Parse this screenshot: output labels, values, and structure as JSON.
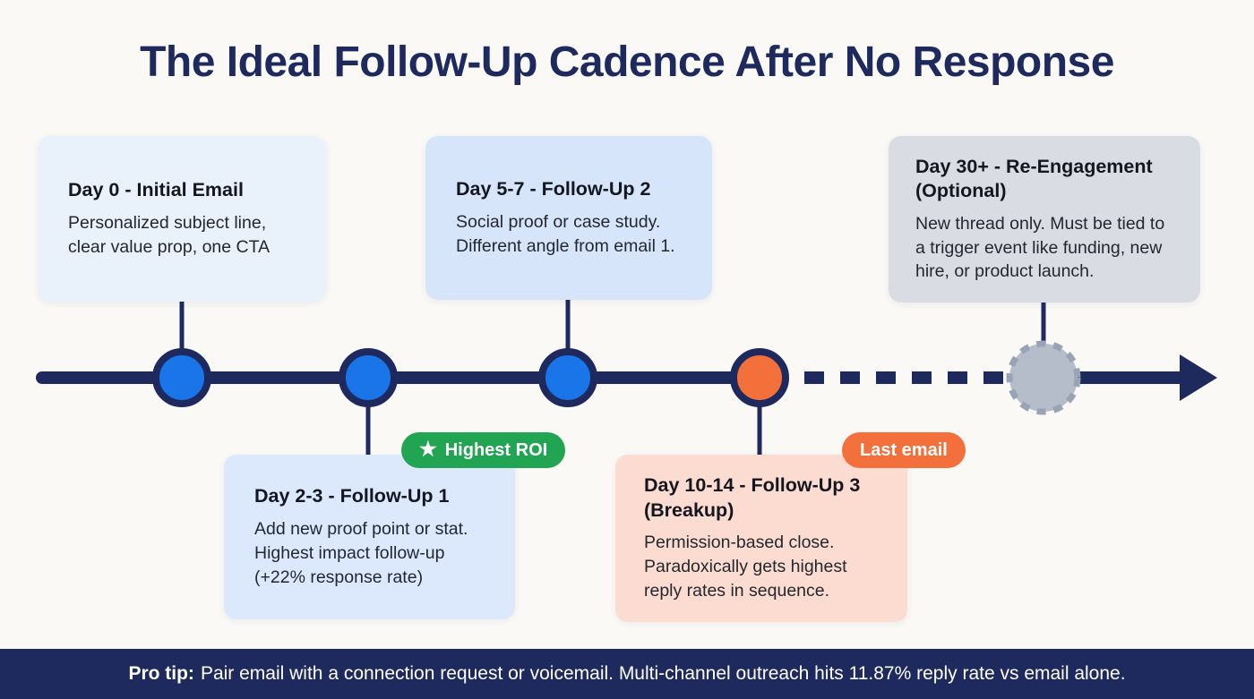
{
  "title": "The Ideal Follow-Up Cadence After No Response",
  "colors": {
    "background": "#faf9f6",
    "navy": "#1e2a5e",
    "node_blue": "#1a75e8",
    "node_orange": "#f4703b",
    "node_gray_fill": "#b4bdc9",
    "node_gray_stroke": "#98a4b6",
    "badge_green": "#22a552",
    "badge_orange": "#f3703d",
    "card_light_blue": "#e9f1fb",
    "card_blue": "#d7e5fb",
    "card_gray": "#d9dde3",
    "card_peach": "#fcdcd1"
  },
  "cards": [
    {
      "title": "Day 0 - Initial Email",
      "body": "Personalized subject line, clear value prop, one CTA"
    },
    {
      "title": "Day 5-7 - Follow-Up 2",
      "body": "Social proof or case study. Different angle from email 1."
    },
    {
      "title": "Day 30+ - Re-Engagement (Optional)",
      "body": "New thread only. Must be tied to a trigger event like funding, new hire, or product launch."
    },
    {
      "title": "Day 2-3 - Follow-Up 1",
      "body": "Add new proof point or stat. Highest impact follow-up (+22% response rate)"
    },
    {
      "title": "Day 10-14 - Follow-Up 3 (Breakup)",
      "body": "Permission-based close. Paradoxically gets highest reply rates in sequence."
    }
  ],
  "badges": {
    "highest_roi": {
      "icon": "★",
      "label": "Highest ROI"
    },
    "last_email": {
      "label": "Last email"
    }
  },
  "timeline": {
    "node_styles": [
      "solid-blue",
      "solid-blue",
      "solid-blue",
      "solid-orange",
      "dashed-gray"
    ],
    "segments": [
      "solid",
      "solid",
      "solid",
      "dashed",
      "solid-with-arrow"
    ]
  },
  "pro_tip": {
    "label": "Pro tip:",
    "text": "Pair email with a connection request or voicemail. Multi-channel outreach hits 11.87% reply rate vs email alone."
  }
}
